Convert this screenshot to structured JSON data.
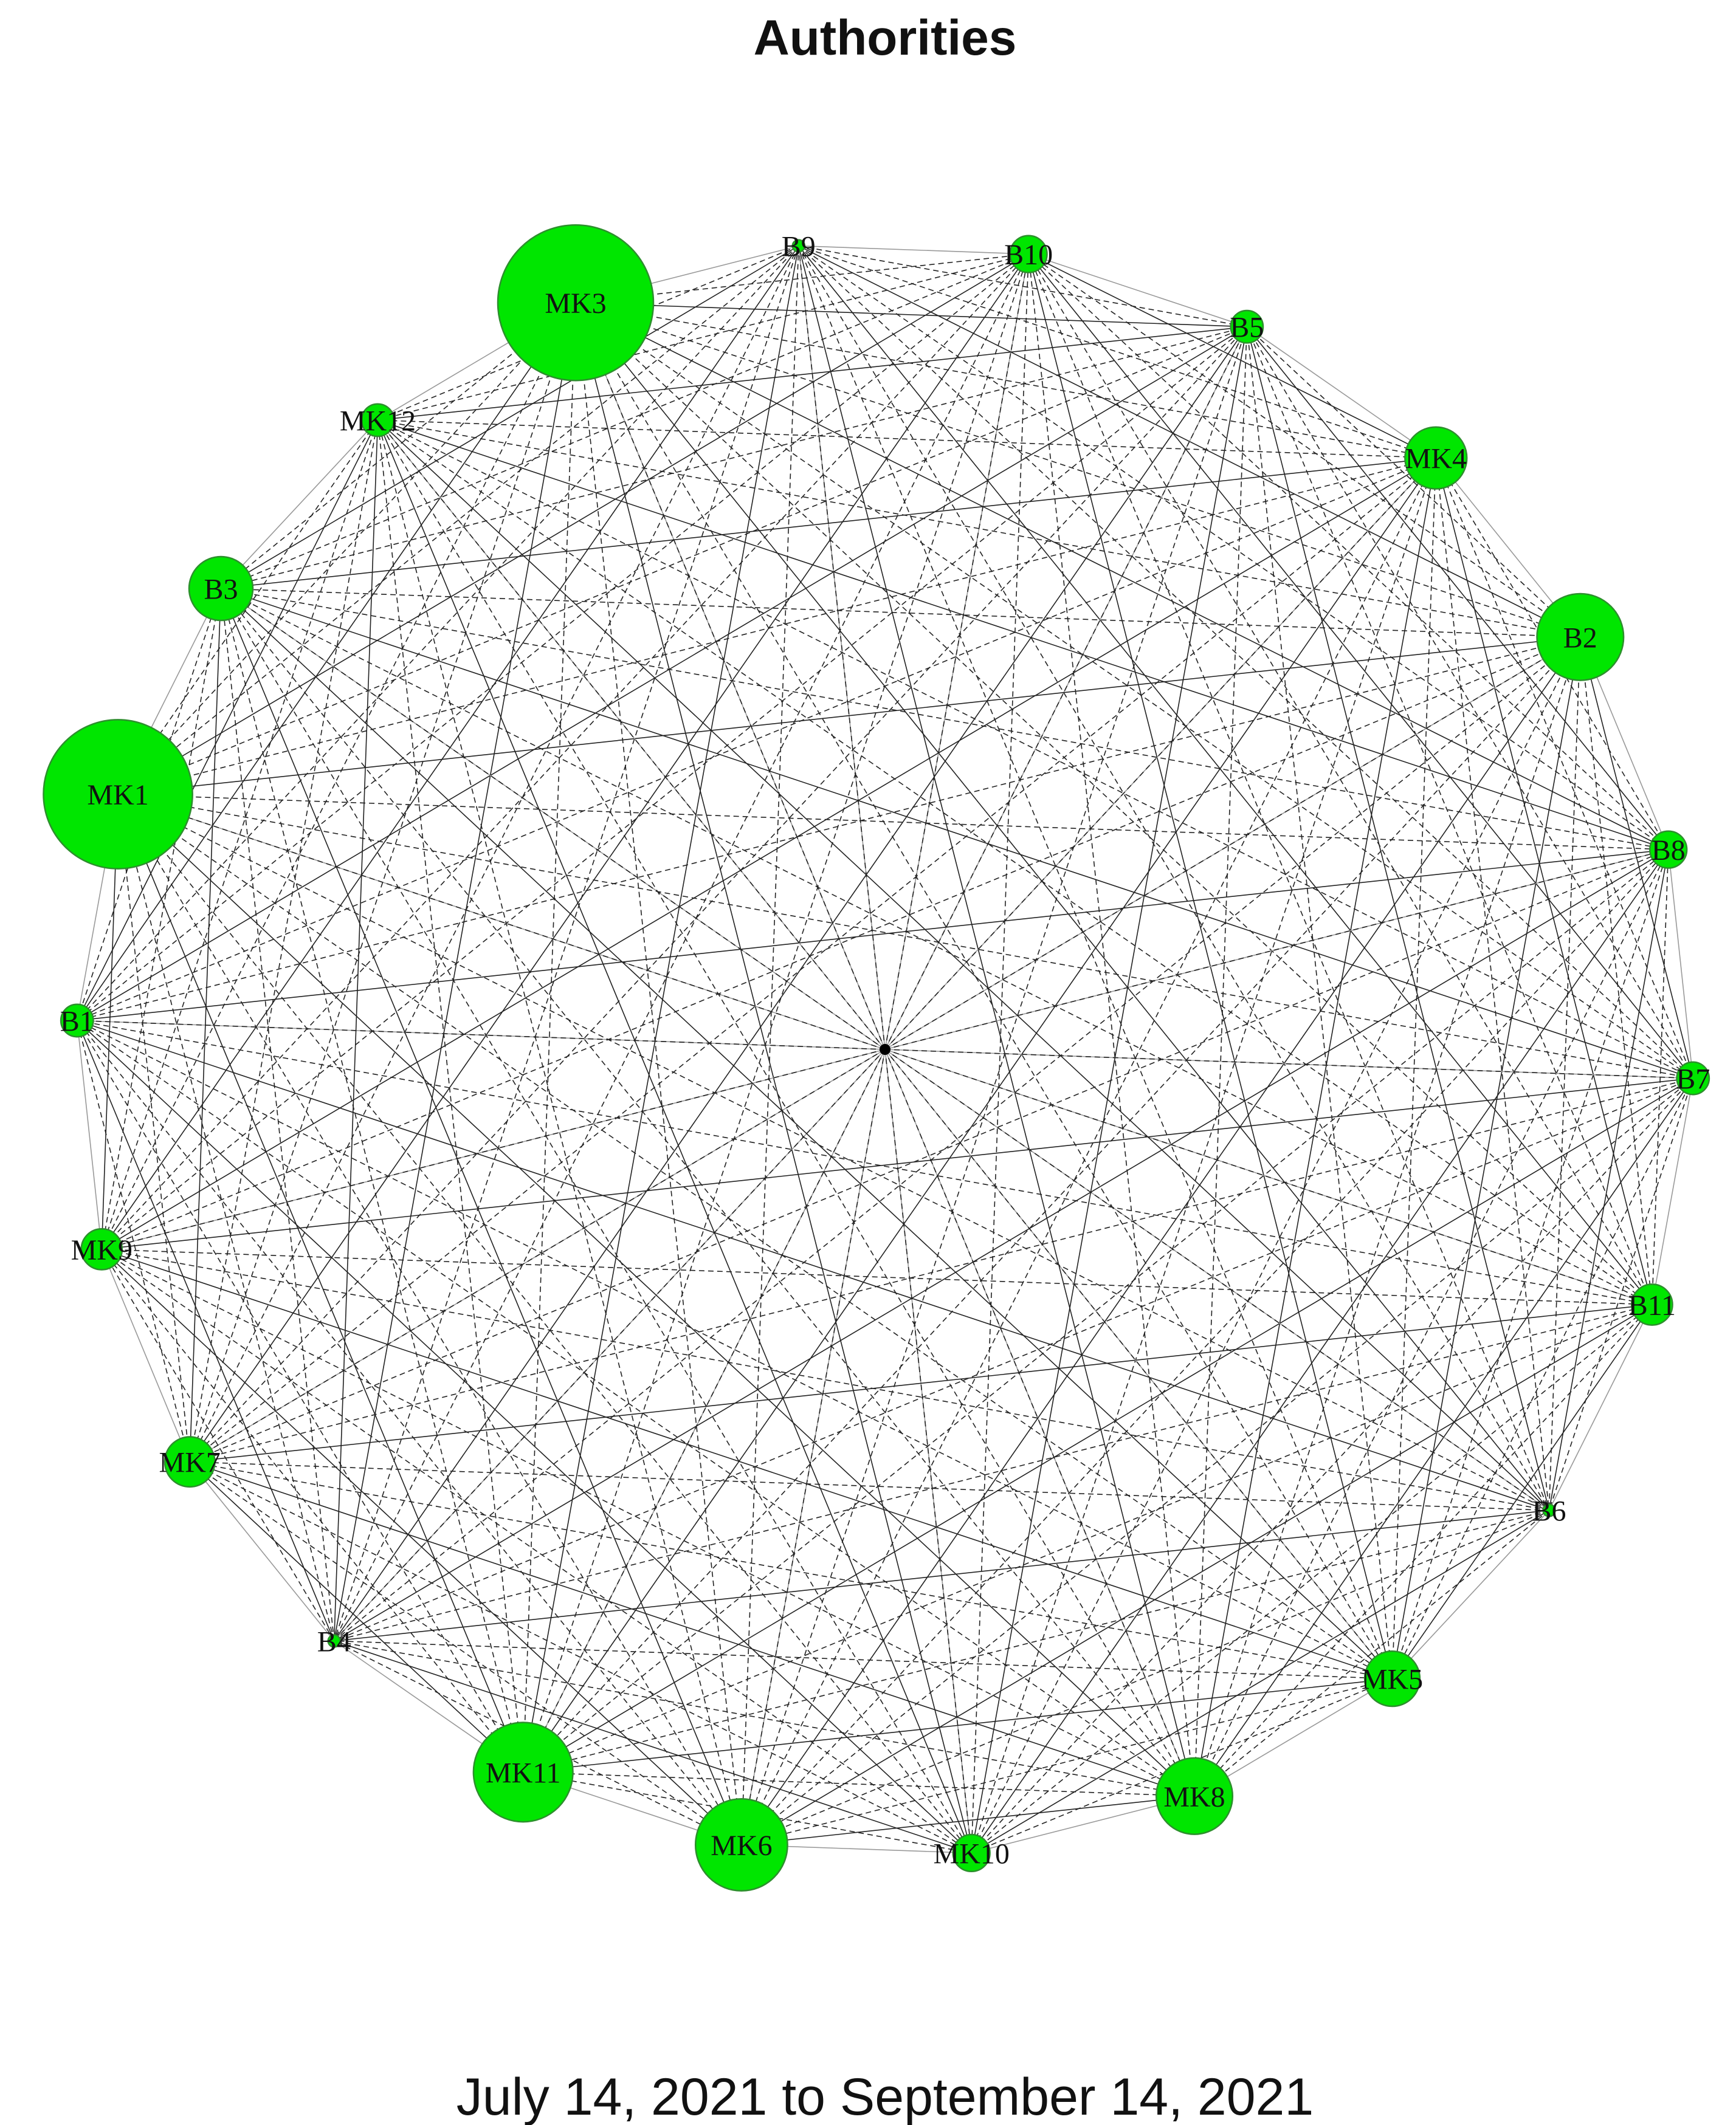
{
  "title": "Authorities",
  "caption": "July 14, 2021 to September 14, 2021",
  "colors": {
    "node_fill": "#00e600",
    "edge": "#222222",
    "hub": "#000000"
  },
  "nodes": [
    {
      "id": "MK3",
      "label": "MK3",
      "score": 1.0
    },
    {
      "id": "B9",
      "label": "B9",
      "score": 0.0
    },
    {
      "id": "B10",
      "label": "B10",
      "score": 0.03
    },
    {
      "id": "B5",
      "label": "B5",
      "score": 0.02
    },
    {
      "id": "MK4",
      "label": "MK4",
      "score": 0.12
    },
    {
      "id": "B2",
      "label": "B2",
      "score": 0.27
    },
    {
      "id": "B8",
      "label": "B8",
      "score": 0.03
    },
    {
      "id": "B7",
      "label": "B7",
      "score": 0.02
    },
    {
      "id": "B11",
      "label": "B11",
      "score": 0.04
    },
    {
      "id": "B6",
      "label": "B6",
      "score": 0.0
    },
    {
      "id": "MK5",
      "label": "MK5",
      "score": 0.09
    },
    {
      "id": "MK8",
      "label": "MK8",
      "score": 0.2
    },
    {
      "id": "MK10",
      "label": "MK10",
      "score": 0.03
    },
    {
      "id": "MK6",
      "label": "MK6",
      "score": 0.31
    },
    {
      "id": "MK11",
      "label": "MK11",
      "score": 0.37
    },
    {
      "id": "B4",
      "label": "B4",
      "score": 0.0
    },
    {
      "id": "MK7",
      "label": "MK7",
      "score": 0.07
    },
    {
      "id": "MK9",
      "label": "MK9",
      "score": 0.04
    },
    {
      "id": "B1",
      "label": "B1",
      "score": 0.02
    },
    {
      "id": "MK1",
      "label": "MK1",
      "score": 0.91
    },
    {
      "id": "B3",
      "label": "B3",
      "score": 0.13
    },
    {
      "id": "MK12",
      "label": "MK12",
      "score": 0.02
    }
  ],
  "hub": {
    "id": "center",
    "label": ""
  }
}
